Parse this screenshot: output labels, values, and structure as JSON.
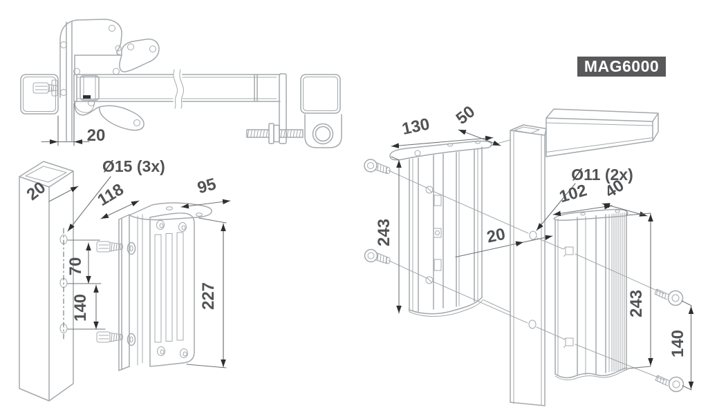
{
  "title_badge": {
    "label": "MAG6000"
  },
  "colors": {
    "line": "#a4a9ac",
    "dim": "#6e7174",
    "text": "#515254",
    "arrow": "#2e2f31",
    "badge_bg": "#58585a",
    "badge_fg": "#ffffff",
    "background": "#ffffff"
  },
  "views": {
    "gate_top": {
      "dims": {
        "hinge_offset": "20"
      }
    },
    "magnet_post": {
      "dims": {
        "post_profile": "20",
        "drill_holes": "Ø15 (3x)",
        "depth": "118",
        "width": "95",
        "height": "227",
        "hole_gap_upper": "70",
        "hole_gap_lower": "140"
      }
    },
    "magnet_housing": {
      "dims": {
        "width": "130",
        "depth": "50",
        "height": "243",
        "post_gap": "20"
      }
    },
    "armature": {
      "dims": {
        "drill_holes": "Ø11 (2x)",
        "width": "102",
        "depth": "40",
        "height": "243",
        "bolt_gap": "140"
      }
    }
  }
}
